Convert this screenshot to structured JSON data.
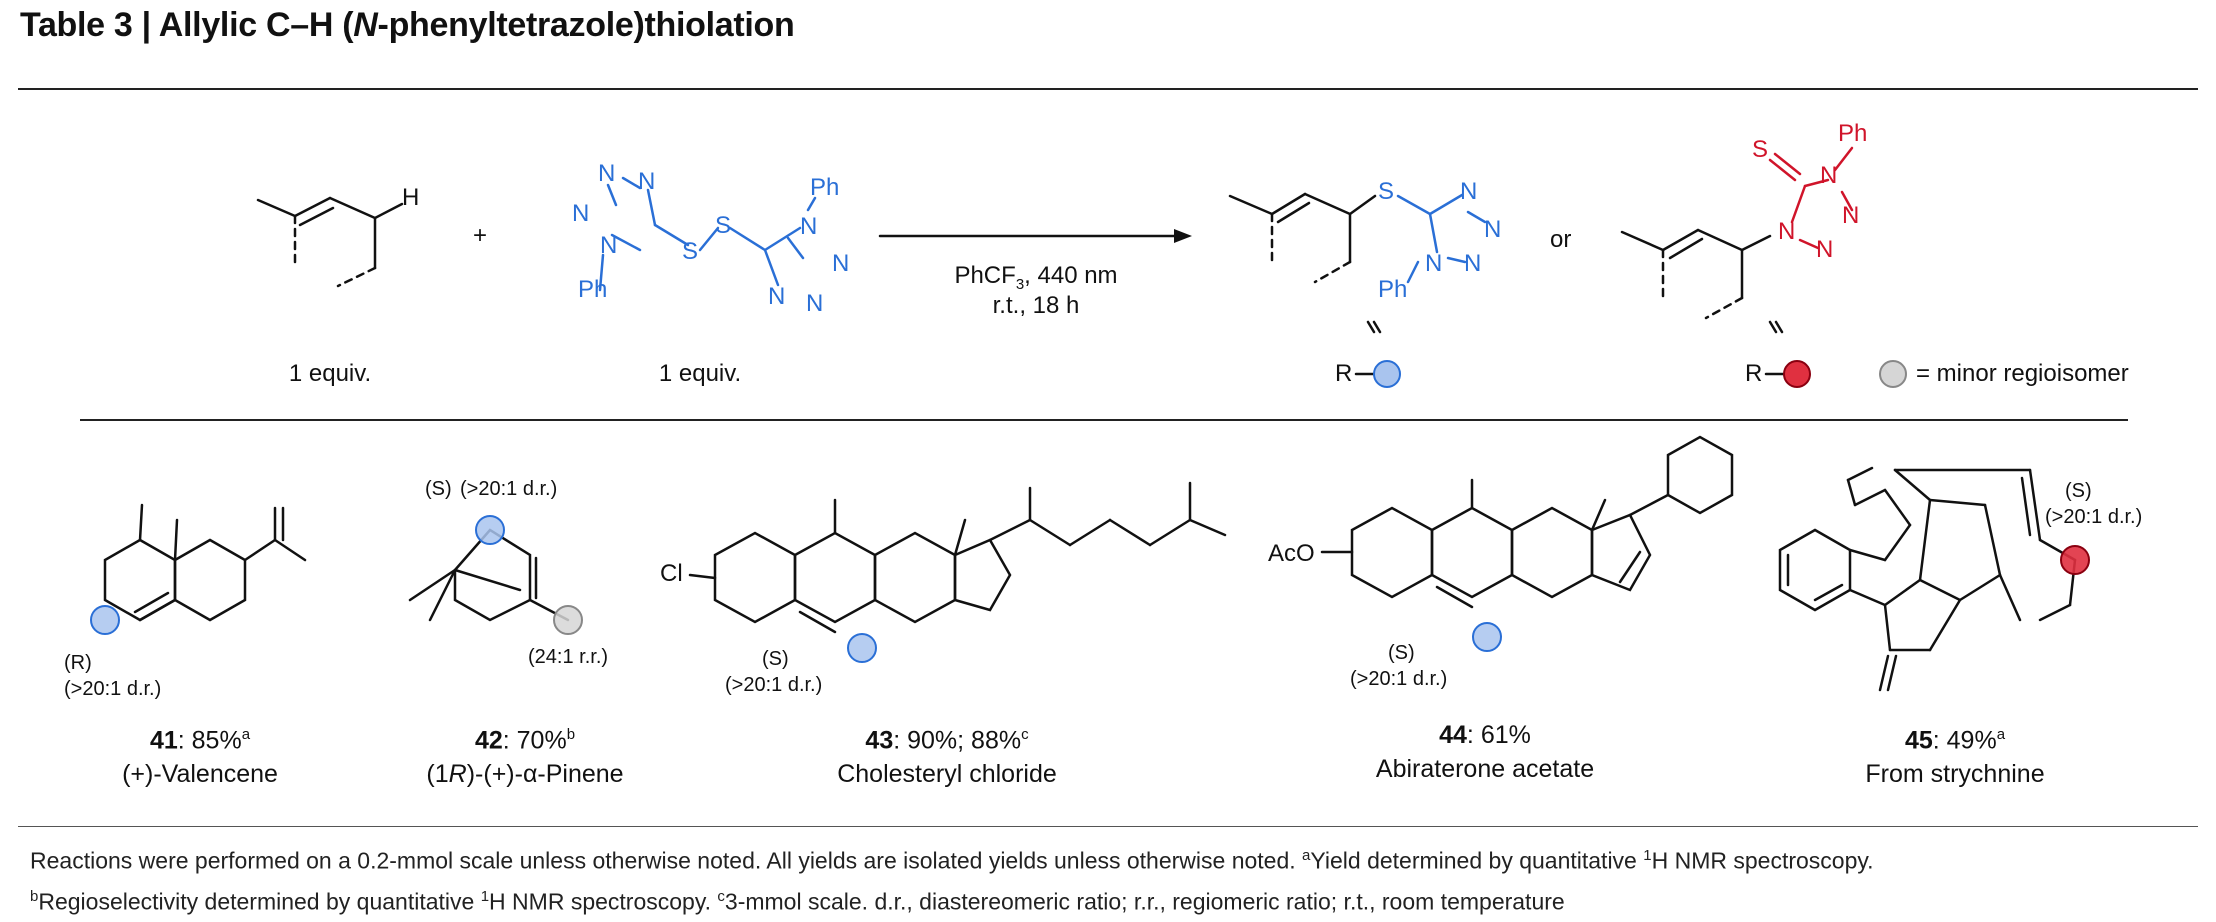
{
  "title": {
    "prefix": "Table 3 | Allylic C–H (",
    "italic": "N",
    "suffix": "-phenyltetrazole)thiolation"
  },
  "scheme": {
    "reagent1_equiv": "1 equiv.",
    "reagent2_equiv": "1 equiv.",
    "plus": "+",
    "conditions_line1": "PhCF",
    "conditions_sub": "3",
    "conditions_line1_end": ", 440 nm",
    "conditions_line2": "r.t., 18 h",
    "or": "or",
    "equals": "=",
    "r_label": "R",
    "legend": "= minor regioisomer",
    "atoms": {
      "H": "H",
      "N": "N",
      "S": "S",
      "Ph": "Ph"
    }
  },
  "colors": {
    "blue": "#2a6fd6",
    "red": "#d0142a",
    "blue_circle": "#a9c4ee",
    "grey_circle": "#d6d6d6"
  },
  "products": [
    {
      "id": "41",
      "yield": ": 85%",
      "note": "a",
      "name": "(+)-Valencene",
      "stereo": "(R)",
      "dr": "(>20:1 d.r.)"
    },
    {
      "id": "42",
      "yield": ": 70%",
      "note": "b",
      "name_prefix": "(1",
      "name_italic": "R",
      "name_suffix": ")-(+)-α-Pinene",
      "stereo": "(S)",
      "dr": "(>20:1 d.r.)",
      "rr": "(24:1 r.r.)"
    },
    {
      "id": "43",
      "yield": ": 90%; 88%",
      "note": "c",
      "name": "Cholesteryl chloride",
      "stereo": "(S)",
      "dr": "(>20:1 d.r.)",
      "cl": "Cl"
    },
    {
      "id": "44",
      "yield": ": 61%",
      "note": "",
      "name": "Abiraterone acetate",
      "stereo": "(S)",
      "dr": "(>20:1 d.r.)",
      "aco": "AcO"
    },
    {
      "id": "45",
      "yield": ": 49%",
      "note": "a",
      "name": "From strychnine",
      "stereo": "(S)",
      "dr": "(>20:1 d.r.)"
    }
  ],
  "footnote": {
    "line1a": "Reactions were performed on a 0.2-mmol scale unless otherwise noted. All yields are isolated yields unless otherwise noted. ",
    "line1_sup_a": "a",
    "line1b": "Yield determined by quantitative ",
    "line1_sup_1": "1",
    "line1c": "H NMR spectroscopy.",
    "line2_sup_b": "b",
    "line2a": "Regioselectivity determined by quantitative ",
    "line2_sup_1": "1",
    "line2b": "H NMR spectroscopy. ",
    "line2_sup_c": "c",
    "line2c": "3-mmol scale. d.r., diastereomeric ratio; r.r., regiomeric ratio; r.t., room temperature"
  }
}
